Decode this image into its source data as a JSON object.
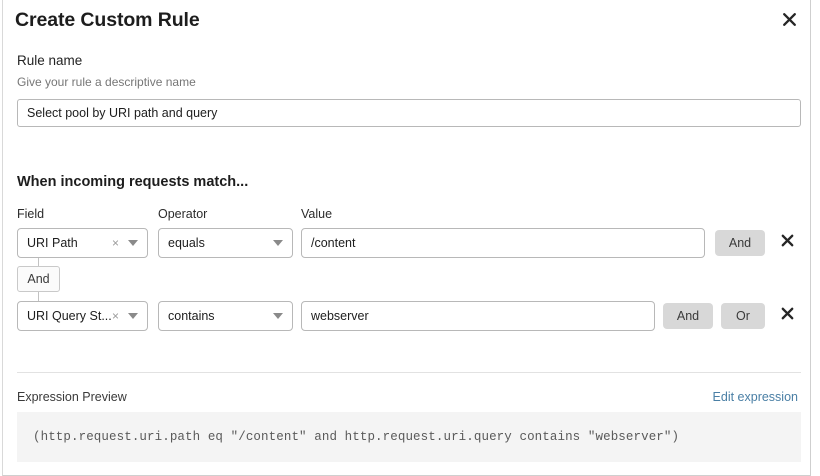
{
  "dialog": {
    "title": "Create Custom Rule",
    "close_label": "close-icon"
  },
  "rule_name": {
    "label": "Rule name",
    "sublabel": "Give your rule a descriptive name",
    "value": "Select pool by URI path and query",
    "placeholder": "Select pool by URI path and query"
  },
  "conditions": {
    "heading": "When incoming requests match...",
    "columns": {
      "field": "Field",
      "operator": "Operator",
      "value": "Value"
    },
    "connector": "And",
    "rows": [
      {
        "field": "URI Path",
        "operator": "equals",
        "value": "/content",
        "and_label": "And",
        "remove_label": "remove-icon"
      },
      {
        "field": "URI Query St...",
        "operator": "contains",
        "value": "webserver",
        "and_label": "And",
        "or_label": "Or",
        "remove_label": "remove-icon"
      }
    ]
  },
  "expression": {
    "label": "Expression Preview",
    "edit_link": "Edit expression",
    "code": "(http.request.uri.path eq \"/content\" and http.request.uri.query contains \"webserver\")"
  },
  "colors": {
    "accent_link": "#4a7fa5",
    "button_gray": "#d8d8d8",
    "code_bg": "#f4f4f4",
    "border": "#b8b8b8"
  }
}
